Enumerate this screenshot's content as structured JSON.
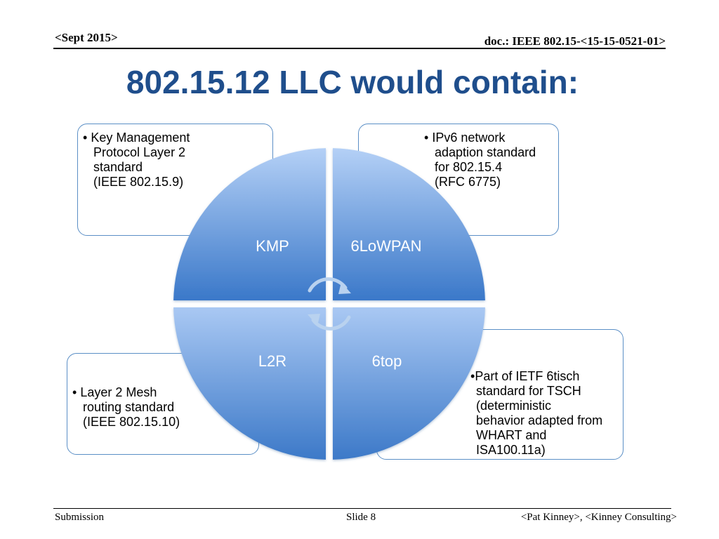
{
  "header": {
    "date": "<Sept 2015>",
    "doc": "doc.: IEEE 802.15-<15-15-0521-01>"
  },
  "title": "802.15.12 LLC would contain:",
  "boxes": {
    "top_left": {
      "bullet": "•",
      "lines": [
        "Key Management",
        "Protocol Layer 2",
        "standard",
        "(IEEE 802.15.9)"
      ]
    },
    "top_right": {
      "bullet": "•",
      "lines": [
        "IPv6 network",
        "adaption standard",
        "for 802.15.4",
        "(RFC 6775)"
      ]
    },
    "bottom_left": {
      "bullet": "•",
      "lines": [
        "Layer 2 Mesh",
        "routing standard",
        "(IEEE 802.15.10)"
      ]
    },
    "bottom_right": {
      "bullet": "•",
      "lines": [
        "Part of IETF 6tisch",
        "standard for TSCH",
        "(deterministic",
        "behavior adapted from",
        "WHART and",
        "ISA100.11a)"
      ]
    }
  },
  "quadrants": {
    "top_left": "KMP",
    "top_right": "6LoWPAN",
    "bottom_left": "L2R",
    "bottom_right": "6top"
  },
  "icons": {
    "cycle_arrows": "circular-arrows-icon"
  },
  "colors": {
    "title": "#1f4e8c",
    "quadrant_light": "#a8c6f2",
    "quadrant_dark": "#3a78c9",
    "box_border": "#5b8fc6"
  },
  "footer": {
    "left": "Submission",
    "center": "Slide 8",
    "right": "<Pat Kinney>, <Kinney Consulting>"
  }
}
